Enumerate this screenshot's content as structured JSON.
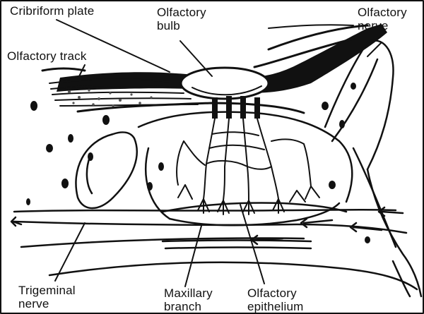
{
  "figure": {
    "kind": "anatomical line drawing",
    "colors": {
      "ink": "#111111",
      "paper": "#ffffff",
      "speckle": "#555555"
    },
    "labels": {
      "cribriform_plate": "Cribriform plate",
      "olfactory_bulb_1": "Olfactory",
      "olfactory_bulb_2": "bulb",
      "olfactory_nerve_1": "Olfactory",
      "olfactory_nerve_2": "nerve",
      "olfactory_track": "Olfactory track",
      "trigeminal_nerve_1": "Trigeminal",
      "trigeminal_nerve_2": "nerve",
      "maxillary_branch_1": "Maxillary",
      "maxillary_branch_2": "branch",
      "olfactory_epithelium_1": "Olfactory",
      "olfactory_epithelium_2": "epithelium"
    }
  }
}
